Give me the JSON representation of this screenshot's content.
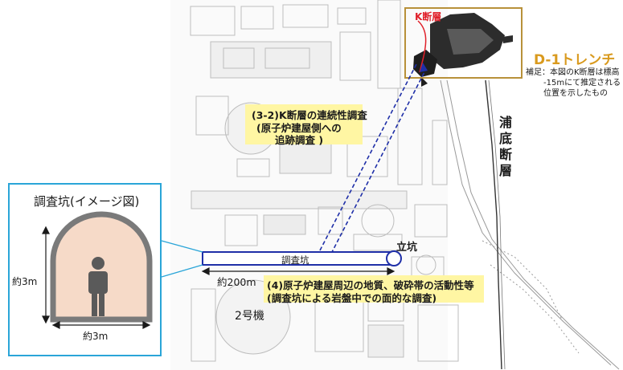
{
  "inset": {
    "title": "調査坑(イメージ図)",
    "height_label": "約3m",
    "width_label": "約3m"
  },
  "trench": {
    "fault_label": "K断層",
    "name": "D-1トレンチ",
    "note_lines": [
      "補足：本図のK断層は標高",
      "-15mにて推定される",
      "位置を示したもの"
    ]
  },
  "annotations": {
    "k_fault_study": [
      "(3-2)K断層の連続性調査",
      "(原子炉建屋側への",
      "追跡調査 )"
    ],
    "surrounding_study": [
      "(4)原子炉建屋周辺の地質、破砕帯の活動性等",
      "(調査坑による岩盤中での面的な調査)"
    ]
  },
  "tunnel": {
    "label": "調査坑",
    "length_label": "約200m",
    "shaft_label": "立坑"
  },
  "map_labels": {
    "unit2": "2号機",
    "uradoko_fault": [
      "浦",
      "底",
      "断",
      "層"
    ]
  },
  "colors": {
    "tunnel_blue": "#1f2fa8",
    "inset_border": "#2aa5d8",
    "trench_border": "#b8913a",
    "trench_title": "#d99a1e",
    "fault_red": "#e0202a",
    "highlight_yellow": "#fff6a3",
    "tunnel_fill": "#f6dac8"
  }
}
